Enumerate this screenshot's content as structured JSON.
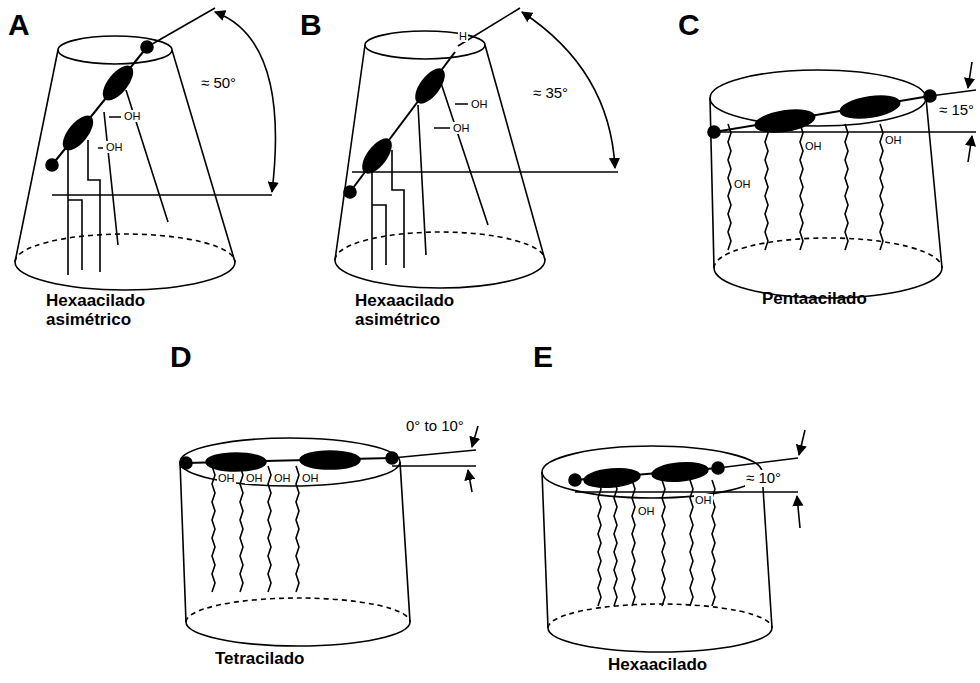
{
  "diagram": {
    "labels": [
      "A",
      "≈ 50°",
      "OH",
      "OH",
      "Hexaacilado asimétrico",
      "B",
      "H",
      "≈ 35°",
      "OH",
      "OH",
      "Hexaacilado asimétrico",
      "C",
      "≈ 15°",
      "OH",
      "OH",
      "OH",
      "Pentaacilado",
      "D",
      "0° to 10°",
      "OH",
      "OH",
      "OH",
      "OH",
      "Tetracilado",
      "E",
      "≈ 10°",
      "OH",
      "OH",
      "Hexaacilado"
    ]
  }
}
